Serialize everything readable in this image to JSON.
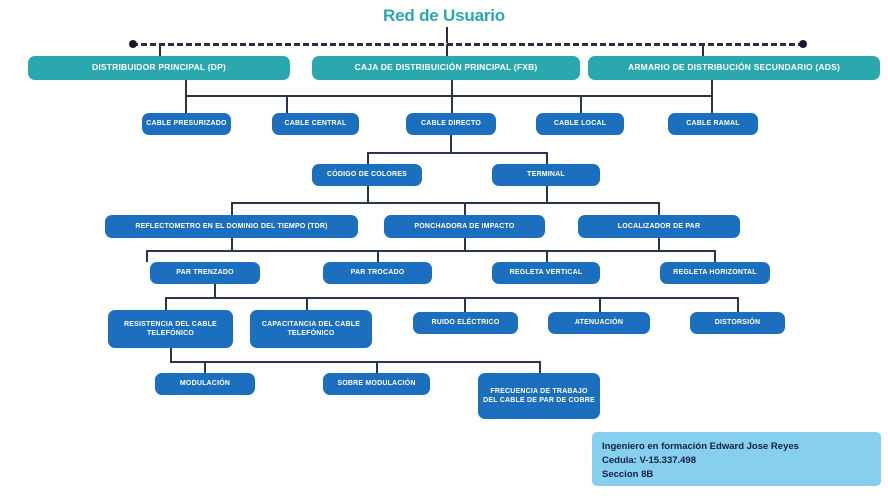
{
  "title": "Red de Usuario",
  "colors": {
    "teal": "#2BA8AE",
    "blue": "#1C6FBF",
    "line": "#2a3550",
    "note_bg": "#86CFEE",
    "note_text": "#14213d",
    "background": "#FFFFFF"
  },
  "level1": [
    {
      "label": "DISTRIBUIDOR PRINCIPAL (DP)"
    },
    {
      "label": "CAJA DE DISTRIBUICIÓN PRINCIPAL (FXB)"
    },
    {
      "label": "ARMARIO DE DISTRIBUCIÓN SECUNDARIO (ADS)"
    }
  ],
  "level2": [
    {
      "label": "CABLE PRESURIZADO"
    },
    {
      "label": "CABLE CENTRAL"
    },
    {
      "label": "CABLE DIRECTO"
    },
    {
      "label": "CABLE LOCAL"
    },
    {
      "label": "CABLE RAMAL"
    }
  ],
  "level3": [
    {
      "label": "CÓDIGO DE COLORES"
    },
    {
      "label": "TERMINAL"
    }
  ],
  "level4": [
    {
      "label": "REFLECTOMETRO EN EL DOMINIO DEL TIEMPO (TDR)"
    },
    {
      "label": "PONCHADORA DE IMPACTO"
    },
    {
      "label": "LOCALIZADOR DE PAR"
    }
  ],
  "level5": [
    {
      "label": "PAR  TRENZADO"
    },
    {
      "label": "PAR TROCADO"
    },
    {
      "label": "REGLETA VERTICAL"
    },
    {
      "label": "REGLETA HORIZONTAL"
    }
  ],
  "level6": [
    {
      "label": "RESISTENCIA DEL CABLE TELEFÓNICO"
    },
    {
      "label": "CAPACITANCIA DEL CABLE TELEFÓNICO"
    },
    {
      "label": "RUIDO ELÉCTRICO"
    },
    {
      "label": "ATENUACIÓN"
    },
    {
      "label": "DISTORSIÓN"
    }
  ],
  "level7": [
    {
      "label": "MODULACIÓN"
    },
    {
      "label": "SOBRE MODULACIÓN"
    },
    {
      "label": "FRECUENCIA DE TRABAJO DEL CABLE DE PAR DE COBRE"
    }
  ],
  "note": {
    "line1": "Ingeniero en formación Edward Jose Reyes",
    "line2": "Cedula: V-15.337.498",
    "line3": "Seccion 8B"
  }
}
